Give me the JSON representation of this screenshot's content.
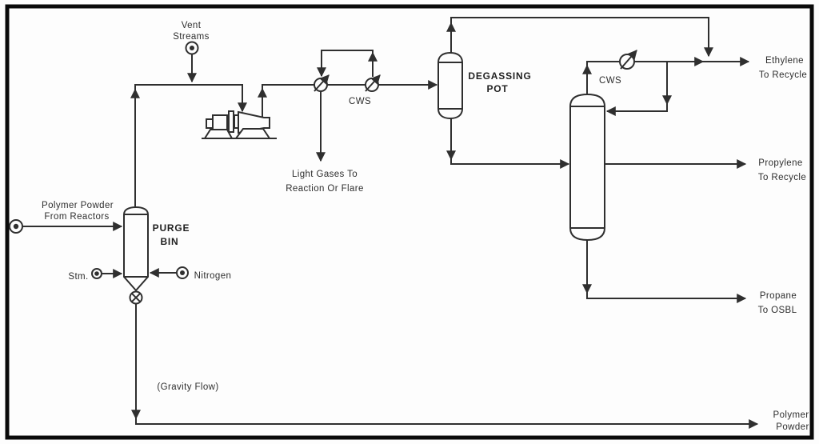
{
  "diagram": {
    "title": "Polymer purge / gas recovery process flow diagram",
    "colors": {
      "line": "#2f2f2f",
      "text": "#2e2e2e",
      "border": "#0a0a0a",
      "background": "#fdfdfd"
    },
    "streams": {
      "vent": {
        "line1": "Vent",
        "line2": "Streams"
      },
      "polymer_feed": {
        "line1": "Polymer Powder",
        "line2": "From Reactors"
      },
      "steam": {
        "label": "Stm."
      },
      "nitrogen": {
        "label": "Nitrogen"
      },
      "gravity_flow": {
        "label": "(Gravity Flow)"
      },
      "light_gases": {
        "line1": "Light Gases To",
        "line2": "Reaction Or Flare"
      },
      "ethylene": {
        "line1": "Ethylene",
        "line2": "To Recycle"
      },
      "propylene": {
        "line1": "Propylene",
        "line2": "To Recycle"
      },
      "propane": {
        "line1": "Propane",
        "line2": "To OSBL"
      },
      "polymer_out": {
        "line1": "Polymer",
        "line2": "Powder"
      }
    },
    "equipment": {
      "purge_bin": {
        "line1": "PURGE",
        "line2": "BIN"
      },
      "degassing_pot": {
        "line1": "DEGASSING",
        "line2": "POT"
      },
      "cooler_cws": {
        "label": "CWS"
      },
      "condenser_cws": {
        "label": "CWS"
      }
    }
  }
}
